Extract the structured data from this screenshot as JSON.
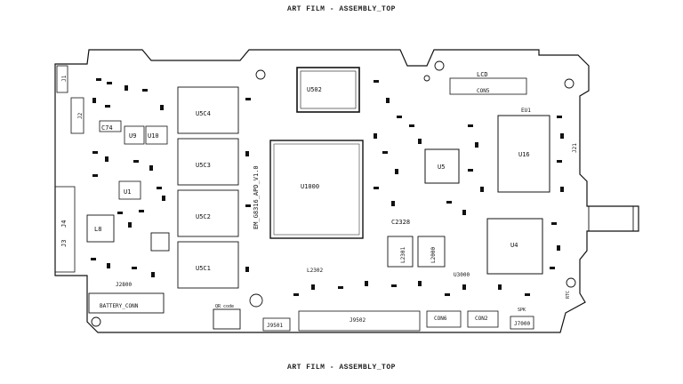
{
  "header": {
    "title": "ART FILM - ASSEMBLY_TOP"
  },
  "footer": {
    "title": "ART FILM - ASSEMBLY_TOP"
  },
  "board": {
    "name": "EM_G8316_APD_V1.0",
    "components": {
      "u502": "U502",
      "lcd": "LCD",
      "con5": "CON5",
      "eu1": "EU1",
      "u5c4": "U5C4",
      "u5c3": "U5C3",
      "u5c2": "U5C2",
      "u5c1": "U5C1",
      "c74": "C74",
      "u9": "U9",
      "u10": "U10",
      "u1": "U1",
      "l8": "L8",
      "j1": "J1",
      "j2": "J2",
      "j3": "J3",
      "j4": "J4",
      "j21": "J21",
      "u1000": "U1000",
      "u5": "U5",
      "u16": "U16",
      "u4": "U4",
      "c2328": "C2328",
      "l2301": "L2301",
      "l2000": "L2000",
      "u3000": "U3000",
      "l2302": "L2302",
      "j2800": "J2800",
      "battery_conn": "BATTERY_CONN",
      "qr_code": "QR code",
      "j9501": "J9501",
      "j9502": "J9502",
      "con6": "CON6",
      "con2": "CON2",
      "spk": "SPK",
      "j7000": "J7000",
      "rtc": "RTC"
    }
  }
}
